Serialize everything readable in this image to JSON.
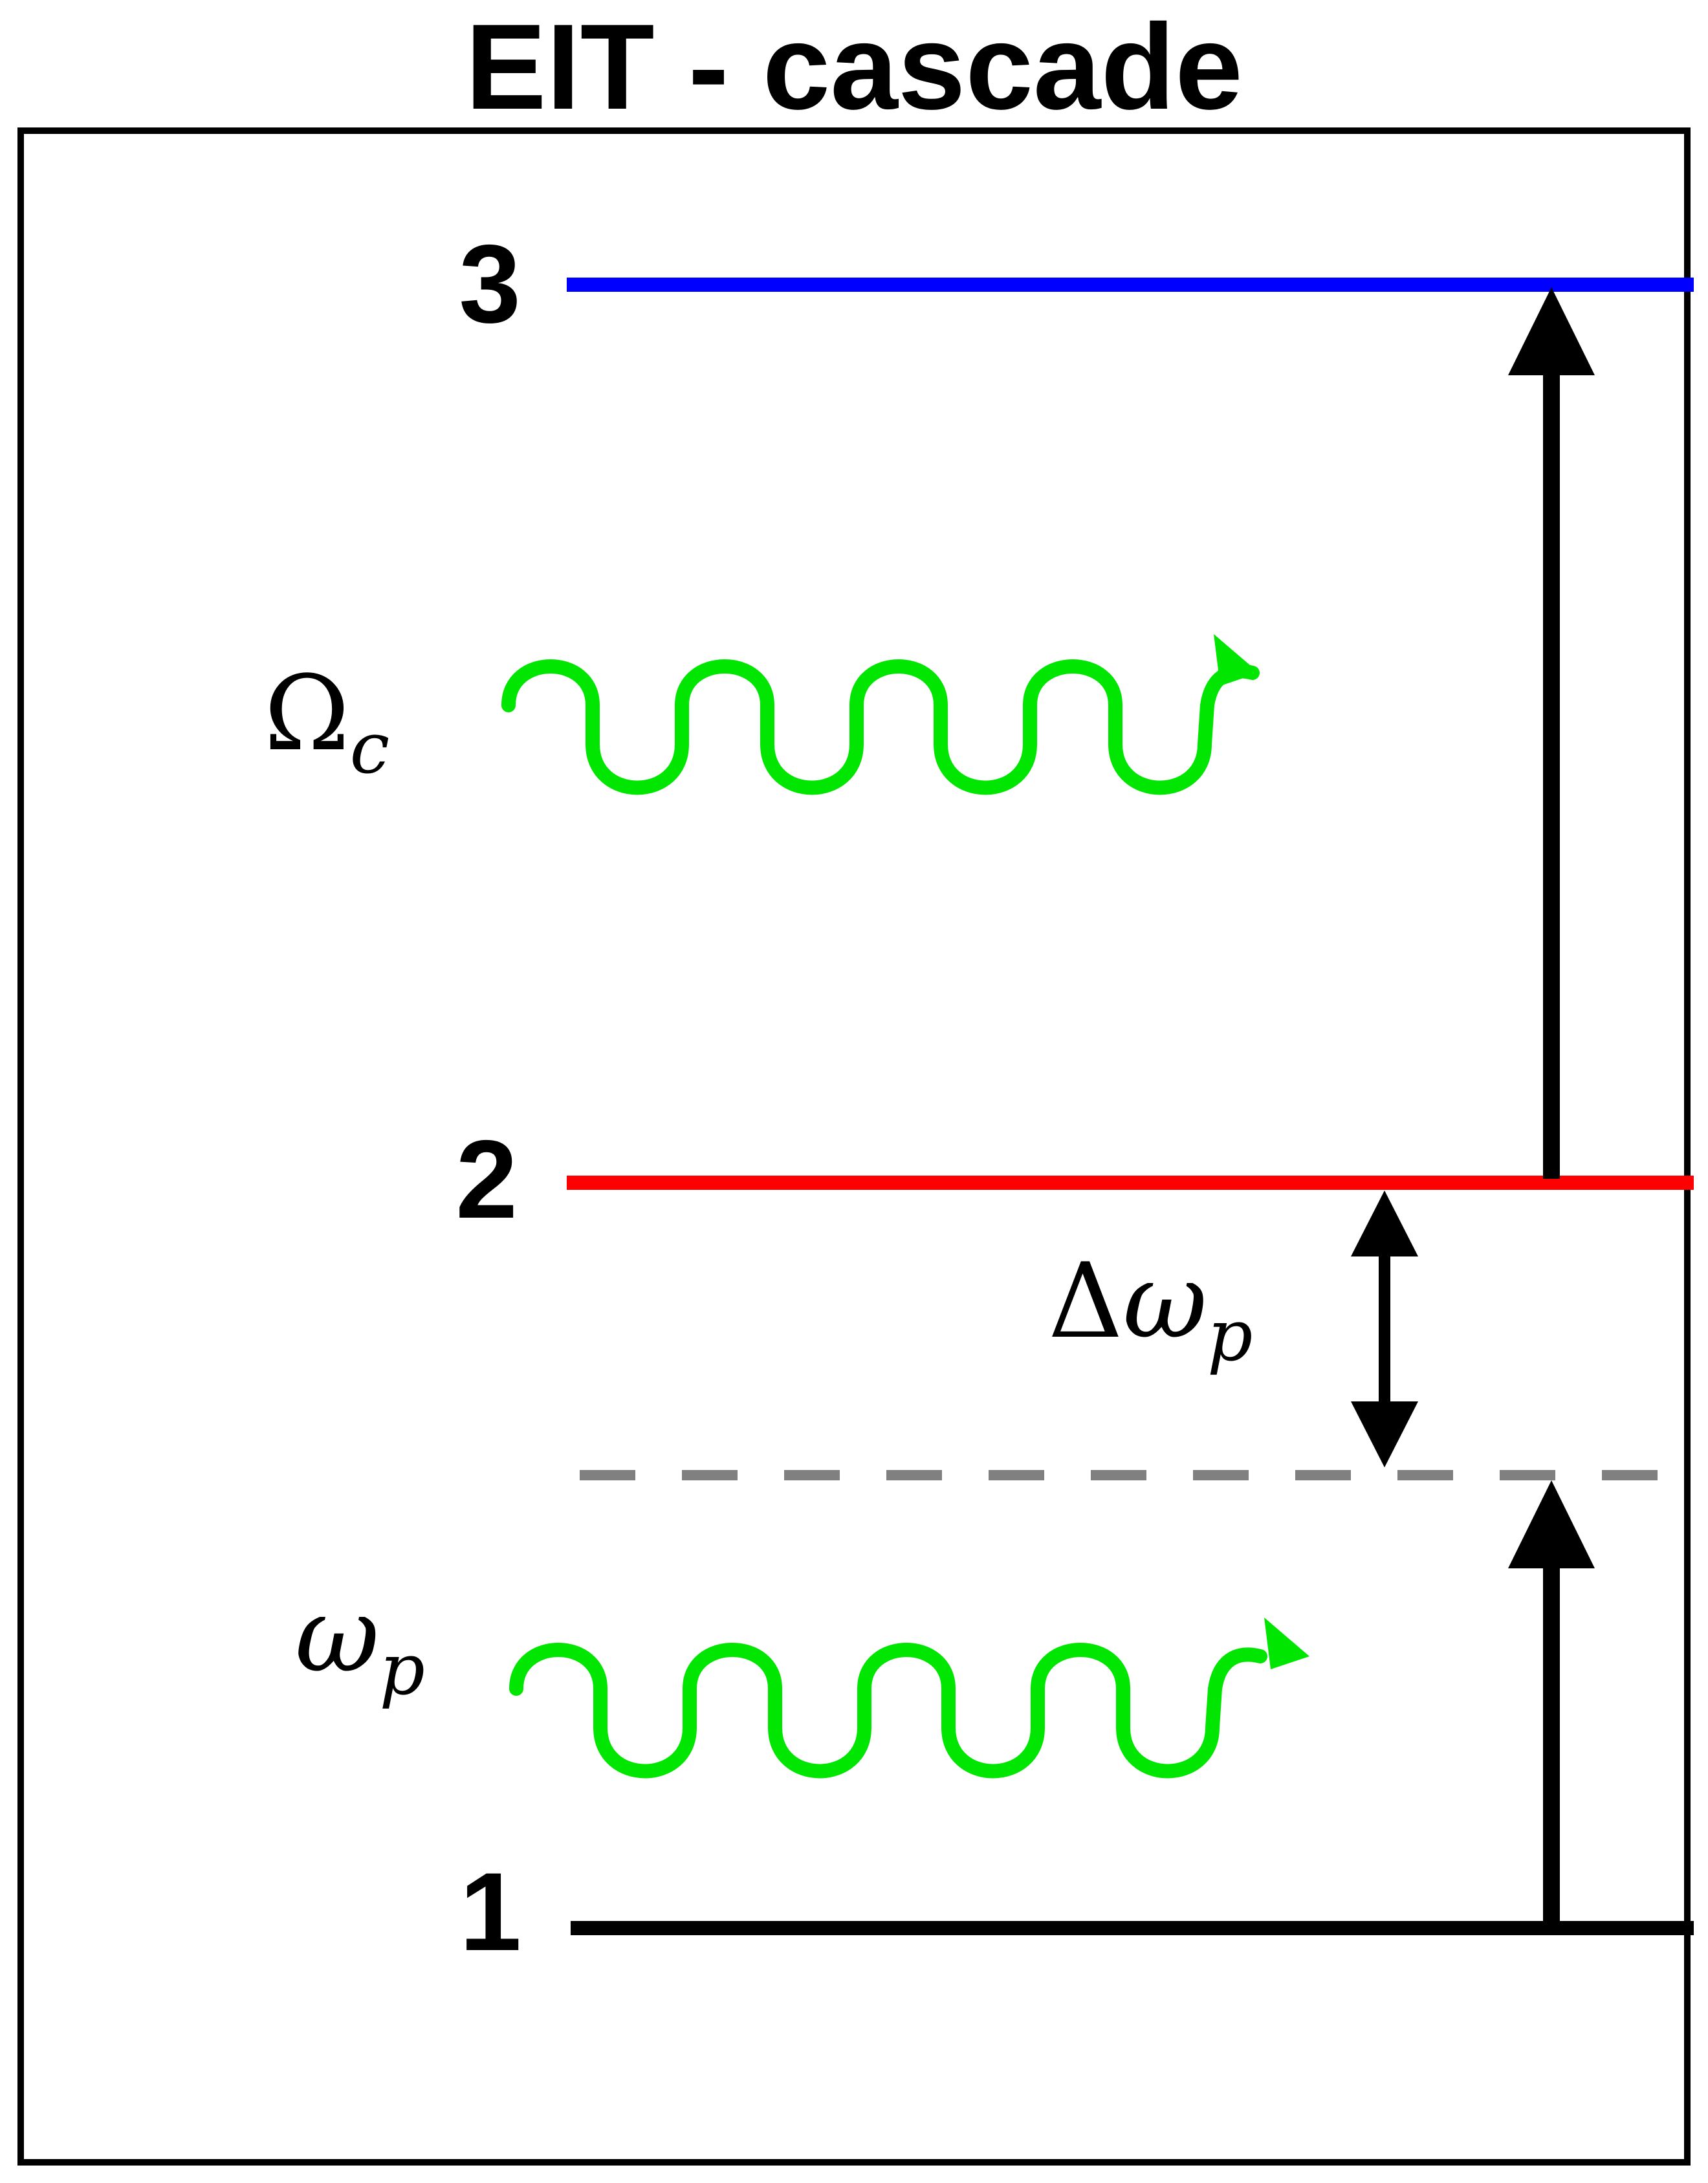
{
  "title": "EIT - cascade",
  "levels": [
    {
      "label": "3",
      "color": "#0000ff"
    },
    {
      "label": "2",
      "color": "#ff0000"
    },
    {
      "label": "1",
      "color": "#000000"
    }
  ],
  "virtual_level_color": "#808080",
  "photon_color": "#00e600",
  "coupling_label": {
    "symbol": "Ω",
    "subscript": "c"
  },
  "probe_label": {
    "symbol": "ω",
    "subscript": "p"
  },
  "detuning_label": {
    "prefix": "Δ",
    "symbol": "ω",
    "subscript": "p"
  }
}
